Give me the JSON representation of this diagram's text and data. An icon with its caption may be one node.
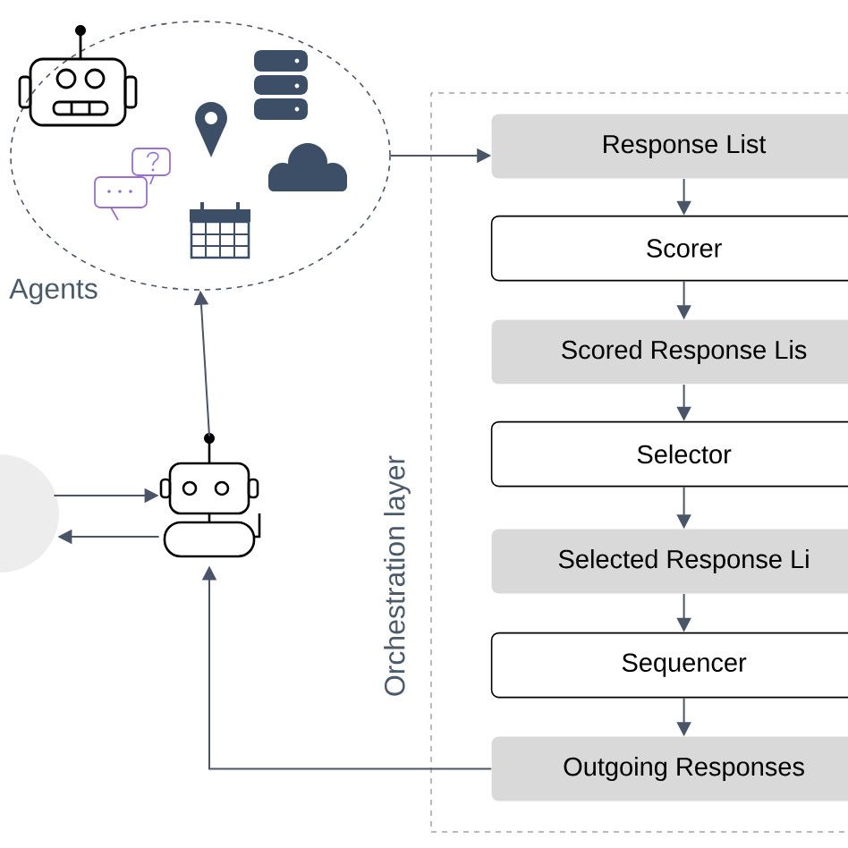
{
  "diagram": {
    "nodes": [
      {
        "text": [
          "Agents"
        ]
      },
      {
        "text": [],
        "shape": "circle"
      },
      {
        "text": [],
        "shape": "picture"
      },
      {
        "text": [
          "Orchestration layer"
        ]
      },
      {
        "text": [
          "Response List"
        ],
        "in": 3
      },
      {
        "text": [
          "Scorer"
        ],
        "in": 3
      },
      {
        "text": [
          "Scored Response Lis"
        ],
        "in": 3
      },
      {
        "text": [
          "Selector"
        ],
        "in": 3
      },
      {
        "text": [
          "Selected Response Li"
        ],
        "in": 3
      },
      {
        "text": [
          "Sequencer"
        ],
        "in": 3
      },
      {
        "text": [
          "Outgoing Responses"
        ],
        "in": 3
      }
    ],
    "edges": [
      {
        "from": 1,
        "to": 2,
        "arrow": "to"
      },
      {
        "from": 2,
        "to": 1,
        "arrow": "to"
      },
      {
        "from": 2,
        "to": 0,
        "arrow": "to"
      },
      {
        "from": 0,
        "to": 4,
        "arrow": "to"
      },
      {
        "from": 4,
        "to": 5,
        "arrow": "to"
      },
      {
        "from": 5,
        "to": 6,
        "arrow": "to"
      },
      {
        "from": 6,
        "to": 7,
        "arrow": "to"
      },
      {
        "from": 7,
        "to": 8,
        "arrow": "to"
      },
      {
        "from": 8,
        "to": 9,
        "arrow": "to"
      },
      {
        "from": 9,
        "to": 10,
        "arrow": "to"
      },
      {
        "from": 10,
        "to": 2,
        "arrow": "to"
      }
    ]
  }
}
